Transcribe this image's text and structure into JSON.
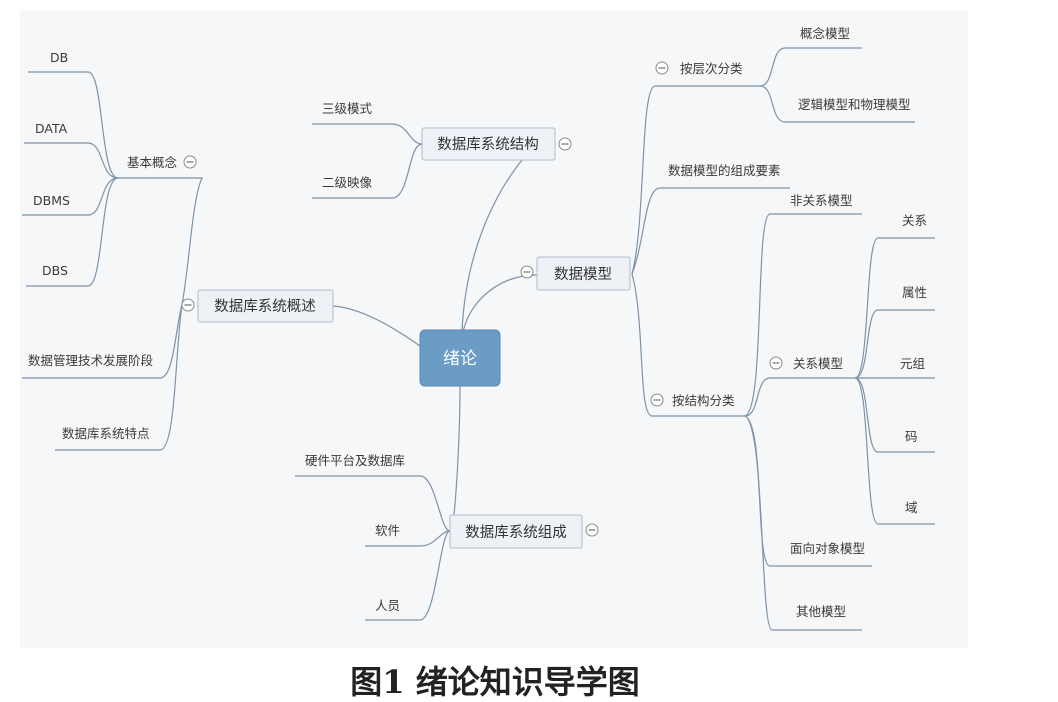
{
  "caption": "图1  绪论知识导学图",
  "root": "绪论",
  "branches": {
    "structure": {
      "label": "数据库系统结构",
      "children": [
        "三级模式",
        "二级映像"
      ]
    },
    "overview": {
      "label": "数据库系统概述",
      "basic": {
        "label": "基本概念",
        "children": [
          "DB",
          "DATA",
          "DBMS",
          "DBS"
        ]
      },
      "stages": "数据管理技术发展阶段",
      "features": "数据库系统特点"
    },
    "model": {
      "label": "数据模型",
      "by_level": {
        "label": "按层次分类",
        "children": [
          "概念模型",
          "逻辑模型和物理模型"
        ]
      },
      "elements": "数据模型的组成要素",
      "by_structure": {
        "label": "按结构分类",
        "non_relational": "非关系模型",
        "relational": {
          "label": "关系模型",
          "children": [
            "关系",
            "属性",
            "元组",
            "码",
            "域"
          ]
        },
        "object_oriented": "面向对象模型",
        "other": "其他模型"
      }
    },
    "composition": {
      "label": "数据库系统组成",
      "children": [
        "硬件平台及数据库",
        "软件",
        "人员"
      ]
    }
  },
  "icons": {
    "collapse": "minus-circle-icon"
  },
  "colors": {
    "root_fill": "#6b9cc6",
    "box_fill": "#eef1f5",
    "connector": "#7d93aa"
  }
}
